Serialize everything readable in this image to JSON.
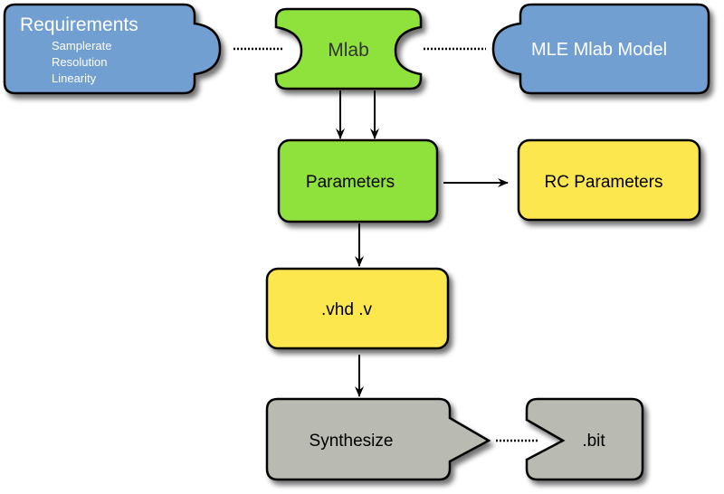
{
  "colors": {
    "blue": "#729fd1",
    "green": "#8ee23a",
    "yellow": "#fde74f",
    "gray": "#b9bab2",
    "stroke": "#000000"
  },
  "nodes": {
    "requirements": {
      "title": "Requirements",
      "items": [
        "Samplerate",
        "Resolution",
        "Linearity"
      ]
    },
    "mlab": {
      "label": "Mlab"
    },
    "mle_model": {
      "label": "MLE Mlab Model"
    },
    "parameters": {
      "label": "Parameters"
    },
    "rc_parameters": {
      "label": "RC Parameters"
    },
    "vhd": {
      "label": ".vhd .v"
    },
    "synthesize": {
      "label": "Synthesize"
    },
    "bit": {
      "label": ".bit"
    }
  },
  "edges": [
    {
      "from": "requirements",
      "to": "mlab",
      "style": "dotted"
    },
    {
      "from": "mlab",
      "to": "mle_model",
      "style": "dotted"
    },
    {
      "from": "mlab",
      "to": "parameters",
      "style": "arrow"
    },
    {
      "from": "mlab",
      "to": "parameters",
      "style": "arrow"
    },
    {
      "from": "parameters",
      "to": "rc_parameters",
      "style": "arrow"
    },
    {
      "from": "parameters",
      "to": "vhd",
      "style": "arrow"
    },
    {
      "from": "vhd",
      "to": "synthesize",
      "style": "arrow"
    },
    {
      "from": "synthesize",
      "to": "bit",
      "style": "dotted"
    }
  ]
}
